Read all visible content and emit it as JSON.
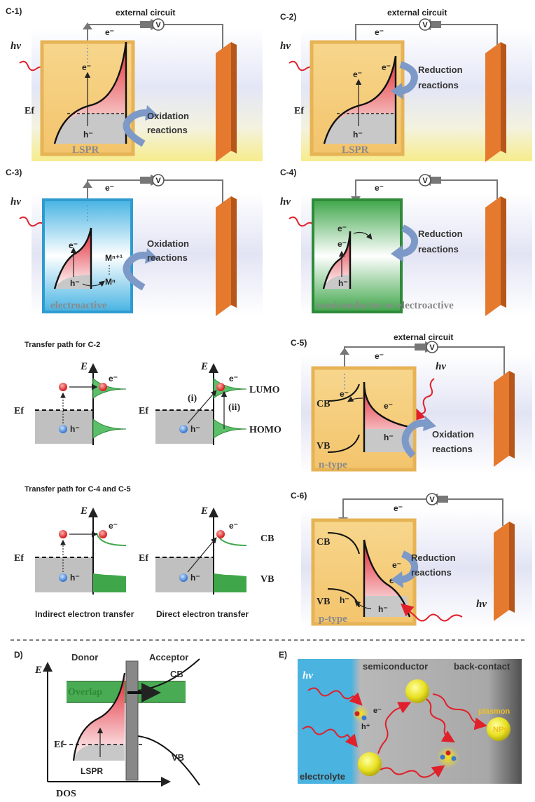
{
  "panels": {
    "c1": {
      "id": "C-1)",
      "circuit": "external circuit",
      "electron": "e⁻",
      "volt": "V",
      "light": "hv",
      "fermi": "Ef",
      "hole": "h⁻",
      "e_top": "e⁻",
      "reaction1": "Oxidation",
      "reaction2": "reactions",
      "material": "LSPR"
    },
    "c2": {
      "id": "C-2)",
      "circuit": "external circuit",
      "electron": "e⁻",
      "volt": "V",
      "light": "hv",
      "fermi": "Ef",
      "hole": "h⁻",
      "e_left": "e⁻",
      "e_right": "e⁻",
      "reaction1": "Reduction",
      "reaction2": "reactions",
      "material": "LSPR"
    },
    "c3": {
      "id": "C-3)",
      "electron": "e⁻",
      "volt": "V",
      "light": "hv",
      "hole": "h⁻",
      "e_top": "e⁻",
      "ion_hi": "Mⁿ⁺¹",
      "ion_lo": "Mⁿ",
      "reaction1": "Oxidation",
      "reaction2": "reactions",
      "material": "electroactive"
    },
    "c4": {
      "id": "C-4)",
      "electron": "e⁻",
      "volt": "V",
      "light": "hv",
      "hole": "h⁻",
      "e_top": "e⁻",
      "e_low": "e⁻",
      "reaction1": "Reduction",
      "reaction2": "reactions",
      "material": "semiconductor or electroactive"
    },
    "c5": {
      "id": "C-5)",
      "circuit": "external circuit",
      "electron": "e⁻",
      "volt": "V",
      "light": "hv",
      "cb": "CB",
      "vb": "VB",
      "hole": "h⁻",
      "e_left": "e⁻",
      "e_right": "e⁻",
      "reaction1": "Oxidation",
      "reaction2": "reactions",
      "material": "n-type"
    },
    "c6": {
      "id": "C-6)",
      "electron": "e⁻",
      "volt": "V",
      "light": "hv",
      "cb": "CB",
      "vb": "VB",
      "hole1": "h⁻",
      "hole2": "h⁻",
      "e1": "e⁻",
      "e2": "e⁻",
      "reaction1": "Reduction",
      "reaction2": "reactions",
      "material": "p-type"
    }
  },
  "transfer": {
    "title_c2": "Transfer path for C-2",
    "title_c45": "Transfer path for C-4 and C-5",
    "axis_e": "E",
    "fermi": "Ef",
    "electron": "e⁻",
    "hole": "h⁻",
    "lumo": "LUMO",
    "homo": "HOMO",
    "path_i": "(i)",
    "path_ii": "(ii)",
    "cb": "CB",
    "vb": "VB",
    "indirect": "Indirect electron transfer",
    "direct": "Direct electron transfer"
  },
  "panel_d": {
    "id": "D)",
    "axis_e": "E",
    "axis_dos": "DOS",
    "donor": "Donor",
    "acceptor": "Acceptor",
    "cb": "CB",
    "vb": "VB",
    "overlap": "Overlap",
    "fermi": "Ef",
    "material": "LSPR"
  },
  "panel_e": {
    "id": "E)",
    "light": "hv",
    "semiconductor": "semiconductor",
    "back_contact": "back-contact",
    "plasmon": "plasmon",
    "np": "NPs",
    "electrolyte": "electrolyte",
    "electron": "e⁻",
    "hole": "h⁺"
  },
  "colors": {
    "gold": "#f6cf7f",
    "red": "#e0303a",
    "blue": "#4ab3e0",
    "green": "#3fa64a",
    "electrode": "#e5792e"
  }
}
